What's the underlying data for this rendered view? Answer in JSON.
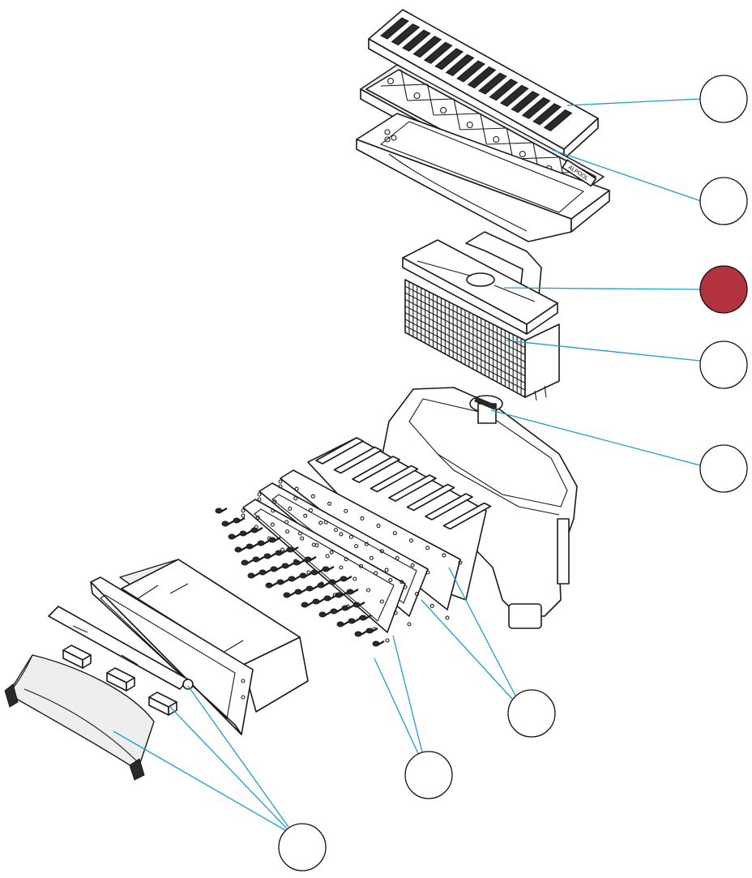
{
  "diagram": {
    "accent_color": "#b2323f",
    "leader_color": "#1e9ed0",
    "parts": [
      {
        "id": "grate",
        "icon": "grate-cover-icon"
      },
      {
        "id": "grate-frame",
        "icon": "grate-frame-icon"
      },
      {
        "id": "basket-lid",
        "icon": "basket-lid-icon",
        "selected": true
      },
      {
        "id": "basket",
        "icon": "basket-icon"
      },
      {
        "id": "level-regulator",
        "icon": "regulator-cap-icon"
      },
      {
        "id": "gaskets",
        "icon": "gasket-icon"
      },
      {
        "id": "screws",
        "icon": "screw-icon"
      },
      {
        "id": "faceplate-flap",
        "icon": "flap-icon"
      }
    ],
    "frame_logo": "ALPOOL"
  }
}
